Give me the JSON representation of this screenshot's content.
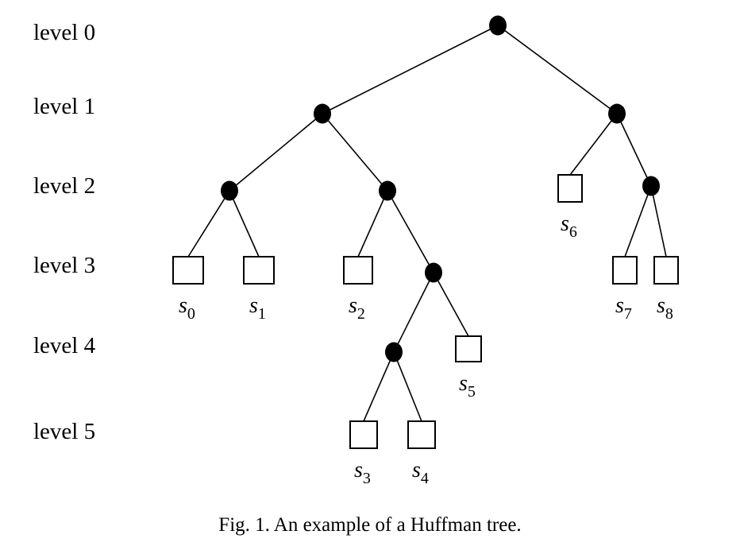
{
  "levels": [
    "level 0",
    "level 1",
    "level 2",
    "level 3",
    "level 4",
    "level 5"
  ],
  "tree": {
    "internal_nodes": [
      "root",
      "n1L",
      "n1R",
      "n2a",
      "n2b",
      "n2c",
      "n3",
      "n4"
    ],
    "leaves": [
      {
        "id": "s0",
        "base": "s",
        "sub": "0"
      },
      {
        "id": "s1",
        "base": "s",
        "sub": "1"
      },
      {
        "id": "s2",
        "base": "s",
        "sub": "2"
      },
      {
        "id": "s3",
        "base": "s",
        "sub": "3"
      },
      {
        "id": "s4",
        "base": "s",
        "sub": "4"
      },
      {
        "id": "s5",
        "base": "s",
        "sub": "5"
      },
      {
        "id": "s6",
        "base": "s",
        "sub": "6"
      },
      {
        "id": "s7",
        "base": "s",
        "sub": "7"
      },
      {
        "id": "s8",
        "base": "s",
        "sub": "8"
      }
    ],
    "edges": [
      [
        "root",
        "n1L"
      ],
      [
        "root",
        "n1R"
      ],
      [
        "n1L",
        "n2a"
      ],
      [
        "n1L",
        "n2b"
      ],
      [
        "n1R",
        "s6"
      ],
      [
        "n1R",
        "n2c"
      ],
      [
        "n2a",
        "s0"
      ],
      [
        "n2a",
        "s1"
      ],
      [
        "n2b",
        "s2"
      ],
      [
        "n2b",
        "n3"
      ],
      [
        "n3",
        "n4"
      ],
      [
        "n3",
        "s5"
      ],
      [
        "n4",
        "s3"
      ],
      [
        "n4",
        "s4"
      ],
      [
        "n2c",
        "s7"
      ],
      [
        "n2c",
        "s8"
      ]
    ]
  },
  "caption": "Fig. 1. An example of a Huffman tree."
}
